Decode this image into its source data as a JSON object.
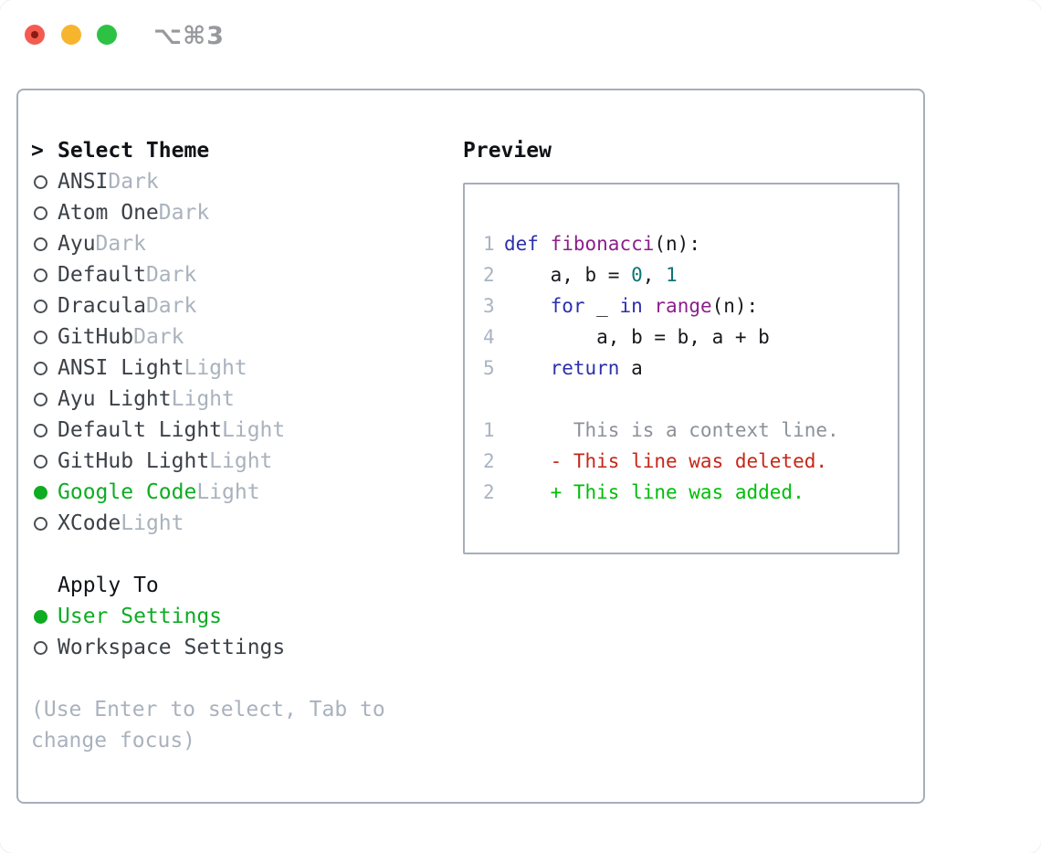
{
  "window": {
    "shortcut_label": "⌥⌘3"
  },
  "theme_picker": {
    "prompt": ">",
    "title": "Select Theme",
    "items": [
      {
        "name": "ANSI",
        "variant": "Dark",
        "selected": false
      },
      {
        "name": "Atom One",
        "variant": "Dark",
        "selected": false
      },
      {
        "name": "Ayu",
        "variant": "Dark",
        "selected": false
      },
      {
        "name": "Default",
        "variant": "Dark",
        "selected": false
      },
      {
        "name": "Dracula",
        "variant": "Dark",
        "selected": false
      },
      {
        "name": "GitHub",
        "variant": "Dark",
        "selected": false
      },
      {
        "name": "ANSI Light",
        "variant": "Light",
        "selected": false
      },
      {
        "name": "Ayu Light",
        "variant": "Light",
        "selected": false
      },
      {
        "name": "Default Light",
        "variant": "Light",
        "selected": false
      },
      {
        "name": "GitHub Light",
        "variant": "Light",
        "selected": false
      },
      {
        "name": "Google Code",
        "variant": "Light",
        "selected": true
      },
      {
        "name": "XCode",
        "variant": "Light",
        "selected": false
      }
    ]
  },
  "apply_to": {
    "title": "Apply To",
    "options": [
      {
        "label": "User Settings",
        "selected": true
      },
      {
        "label": "Workspace Settings",
        "selected": false
      }
    ]
  },
  "hint": {
    "line1": "(Use Enter to select, Tab to",
    "line2": "change focus)"
  },
  "preview": {
    "title": "Preview",
    "lines": [
      {
        "no": "1",
        "tokens": [
          {
            "t": "def",
            "c": "kw"
          },
          {
            "t": " ",
            "c": "pl"
          },
          {
            "t": "fibonacci",
            "c": "fn"
          },
          {
            "t": "(n):",
            "c": "pl"
          }
        ]
      },
      {
        "no": "2",
        "tokens": [
          {
            "t": "    a, b = ",
            "c": "pl"
          },
          {
            "t": "0",
            "c": "nu"
          },
          {
            "t": ", ",
            "c": "pl"
          },
          {
            "t": "1",
            "c": "nu"
          }
        ]
      },
      {
        "no": "3",
        "tokens": [
          {
            "t": "    ",
            "c": "pl"
          },
          {
            "t": "for",
            "c": "kw"
          },
          {
            "t": " _ ",
            "c": "pl"
          },
          {
            "t": "in",
            "c": "kw"
          },
          {
            "t": " ",
            "c": "pl"
          },
          {
            "t": "range",
            "c": "fn"
          },
          {
            "t": "(n):",
            "c": "pl"
          }
        ]
      },
      {
        "no": "4",
        "tokens": [
          {
            "t": "        a, b = b, a + b",
            "c": "pl"
          }
        ]
      },
      {
        "no": "5",
        "tokens": [
          {
            "t": "    ",
            "c": "pl"
          },
          {
            "t": "return",
            "c": "kw"
          },
          {
            "t": " a",
            "c": "pl"
          }
        ]
      },
      {
        "no": "",
        "tokens": []
      },
      {
        "no": "1",
        "tokens": [
          {
            "t": "      This is a context line.",
            "c": "ctx"
          }
        ]
      },
      {
        "no": "2",
        "tokens": [
          {
            "t": "    - This line was deleted.",
            "c": "del"
          }
        ]
      },
      {
        "no": "2",
        "tokens": [
          {
            "t": "    + This line was added.",
            "c": "add"
          }
        ]
      }
    ]
  },
  "colors": {
    "accent_green": "#0eac23",
    "muted": "#a9b2bd",
    "panel_border": "#a6aeb9",
    "keyword": "#2d30aa",
    "function": "#8c1f8c",
    "number": "#0d7474",
    "plain": "#17191e",
    "line_number": "#a9b4c2",
    "context": "#8b9199",
    "deleted": "#c52718",
    "added": "#00bd08",
    "traffic_red": "#f25c50",
    "traffic_yellow": "#f7b52e",
    "traffic_green": "#2ec245"
  }
}
